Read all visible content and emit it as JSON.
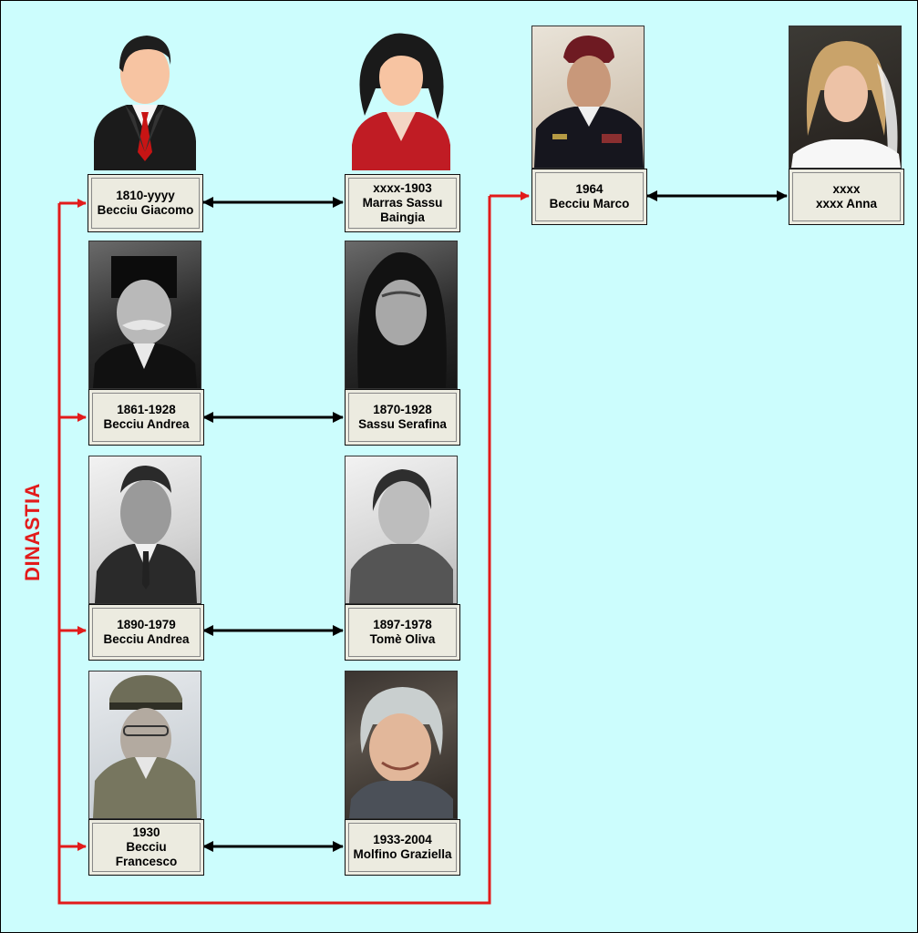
{
  "title": "DINASTIA",
  "colors": {
    "background": "#ccfdfd",
    "lineage_line": "#e21b1b",
    "marriage_arrow": "#000000",
    "label_fill": "#ecebe0"
  },
  "generations": [
    {
      "husband": {
        "years": "1810-yyyy",
        "name": "Becciu Giacomo",
        "picture": "male-avatar-icon"
      },
      "wife": {
        "years": "xxxx-1903",
        "name_line1": "Marras Sassu",
        "name_line2": "Baingia",
        "picture": "female-avatar-icon"
      }
    },
    {
      "husband": {
        "years": "1861-1928",
        "name": "Becciu Andrea",
        "picture": "black-and-white-portrait"
      },
      "wife": {
        "years": "1870-1928",
        "name": "Sassu Serafina",
        "picture": "black-and-white-portrait"
      }
    },
    {
      "husband": {
        "years": "1890-1979",
        "name": "Becciu Andrea",
        "picture": "black-and-white-portrait"
      },
      "wife": {
        "years": "1897-1978",
        "name": "Tomè Oliva",
        "picture": "black-and-white-portrait"
      }
    },
    {
      "husband": {
        "years": "1930",
        "name_line1": "Becciu",
        "name_line2": "Francesco",
        "picture": "uniform-portrait"
      },
      "wife": {
        "years": "1933-2004",
        "name": "Molfino Graziella",
        "picture": "color-portrait"
      }
    },
    {
      "husband": {
        "years": "1964",
        "name": "Becciu Marco",
        "picture": "uniform-portrait"
      },
      "wife": {
        "years": "xxxx",
        "name": "xxxx Anna",
        "picture": "bride-portrait"
      }
    }
  ]
}
